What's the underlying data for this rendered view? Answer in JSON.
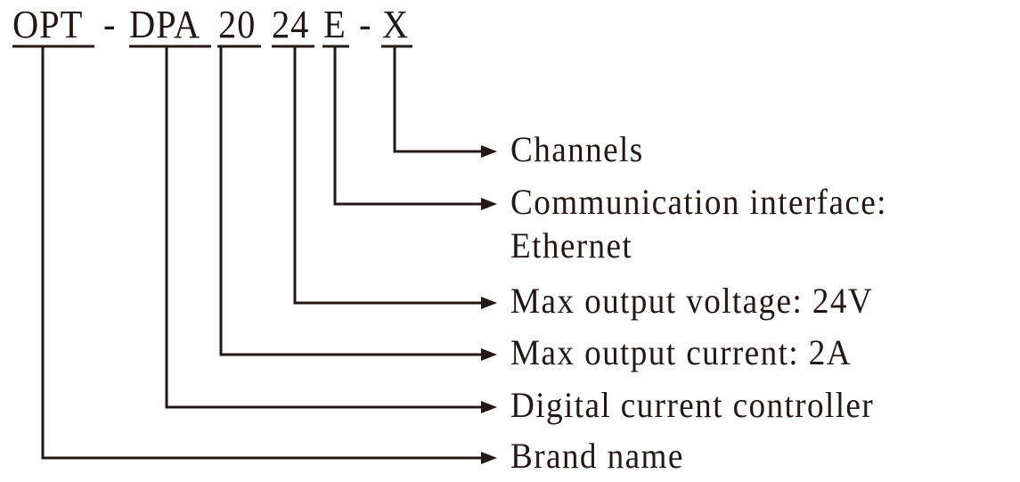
{
  "model_code": {
    "segments": [
      {
        "text": "OPT",
        "meaning": "Brand name"
      },
      {
        "text": "-",
        "separator": true
      },
      {
        "text": "DPA",
        "meaning": "Digital current controller"
      },
      {
        "text": "20",
        "meaning": "Max output current: 2A"
      },
      {
        "text": "24",
        "meaning": "Max output voltage: 24V"
      },
      {
        "text": "E",
        "meaning": "Communication interface: Ethernet"
      },
      {
        "text": "-",
        "separator": true
      },
      {
        "text": "X",
        "meaning": "Channels"
      }
    ]
  },
  "labels": {
    "channels": "Channels",
    "comm_line1": "Communication interface:",
    "comm_line2": "Ethernet",
    "voltage": "Max output voltage: 24V",
    "current": "Max output current: 2A",
    "controller": "Digital current controller",
    "brand": "Brand name"
  },
  "colors": {
    "ink": "#231815"
  }
}
